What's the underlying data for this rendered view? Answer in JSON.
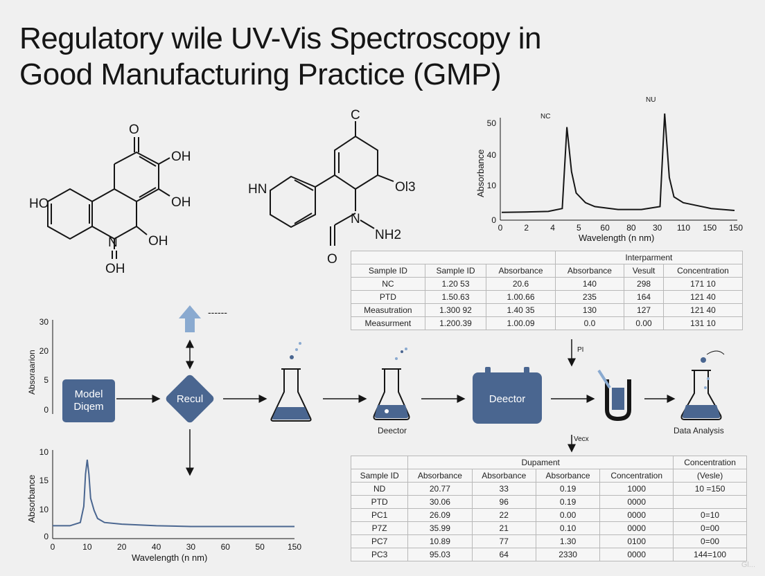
{
  "title_lines": [
    "Regulatory wile UV-Vis Spectroscopy in",
    "Good Manufacturing Practice (GMP)"
  ],
  "molecule1": {
    "labels": [
      "O",
      "OH",
      "HO",
      "OH",
      "N",
      "OH",
      "OH"
    ]
  },
  "molecule2": {
    "labels": [
      "C",
      "HN",
      "Ol3",
      "N",
      "NH2",
      "O"
    ]
  },
  "chart_data": [
    {
      "type": "line",
      "xlabel": "Wavelength (n nm)",
      "ylabel": "Absorbance",
      "x_ticks": [
        "0",
        "2",
        "4",
        "5",
        "60",
        "80",
        "30",
        "110",
        "150",
        "150"
      ],
      "y_ticks": [
        "0",
        "10",
        "40",
        "50"
      ],
      "annotations": [
        "NC",
        "NU"
      ],
      "series": [
        {
          "x": [
            0,
            1,
            2,
            2.6,
            2.8,
            3.0,
            3.2,
            3.6,
            4,
            5,
            6,
            6.8,
            7.0,
            7.2,
            7.4,
            7.8,
            8,
            9,
            10
          ],
          "y": [
            4,
            4.2,
            4.5,
            6,
            48,
            25,
            14,
            9,
            7,
            5.5,
            5.5,
            7,
            55,
            22,
            12,
            9,
            8.5,
            6,
            5
          ]
        }
      ]
    },
    {
      "type": "line",
      "xlabel": "",
      "ylabel": "Absoraarion",
      "y_ticks": [
        "0",
        "5",
        "20",
        "30"
      ],
      "series": []
    },
    {
      "type": "line",
      "xlabel": "Wavelength (n nm)",
      "ylabel": "Absorbance",
      "x_ticks": [
        "0",
        "10",
        "20",
        "40",
        "30",
        "60",
        "50",
        "150"
      ],
      "y_ticks": [
        "0",
        "10",
        "15",
        "10"
      ],
      "series": [
        {
          "x": [
            0,
            5,
            8,
            9,
            9.5,
            10,
            10.5,
            11,
            12,
            13,
            15,
            20,
            30,
            40,
            50,
            60,
            70
          ],
          "y": [
            1.6,
            1.6,
            2,
            4,
            8,
            9.8,
            8,
            5,
            3.5,
            2.5,
            2,
            1.8,
            1.6,
            1.5,
            1.5,
            1.5,
            1.5
          ]
        }
      ]
    }
  ],
  "table1": {
    "group_header": "Interparment",
    "headers": [
      "Sample ID",
      "Sample ID",
      "Absorbance",
      "Absorbance",
      "Vesult",
      "Concentration"
    ],
    "rows": [
      [
        "NC",
        "1.20 53",
        "20.6",
        "140",
        "298",
        "171 10"
      ],
      [
        "PTD",
        "1.50.63",
        "1.00.66",
        "235",
        "164",
        "121 40"
      ],
      [
        "Measutration",
        "1.300 92",
        "1.40 35",
        "130",
        "127",
        "121 40"
      ],
      [
        "Measurment",
        "1.200.39",
        "1.00.09",
        "0.0",
        "0.00",
        "131 10"
      ]
    ]
  },
  "table2": {
    "group_header": "Dupament",
    "group_header2": "Concentration",
    "headers": [
      "Sample ID",
      "Absorbance",
      "Absorbance",
      "Absorbance",
      "Concentration",
      "(Vesle)"
    ],
    "rows": [
      [
        "ND",
        "20.77",
        "33",
        "0.19",
        "1000",
        "10 =150"
      ],
      [
        "PTD",
        "30.06",
        "96",
        "0.19",
        "0000",
        ""
      ],
      [
        "PC1",
        "26.09",
        "22",
        "0.00",
        "0000",
        "0=10"
      ],
      [
        "P7Z",
        "35.99",
        "21",
        "0.10",
        "0000",
        "0=00"
      ],
      [
        "PC7",
        "10.89",
        "77",
        "1.30",
        "0100",
        "0=00"
      ],
      [
        "PC3",
        "95.03",
        "64",
        "2330",
        "0000",
        "144=100"
      ]
    ]
  },
  "flow": {
    "model_box": "Model Diqem",
    "diamond": "Recul",
    "flask2_caption": "Deector",
    "detector_box": "Deector",
    "flask3_caption": "Data Analysis",
    "arrow_label_top": "PI",
    "arrow_label_bottom": "Vecx",
    "dashes": "------"
  },
  "colors": {
    "accent": "#4a6690",
    "ink": "#151515",
    "background": "#f0f0f0"
  },
  "watermark": "Gl..."
}
